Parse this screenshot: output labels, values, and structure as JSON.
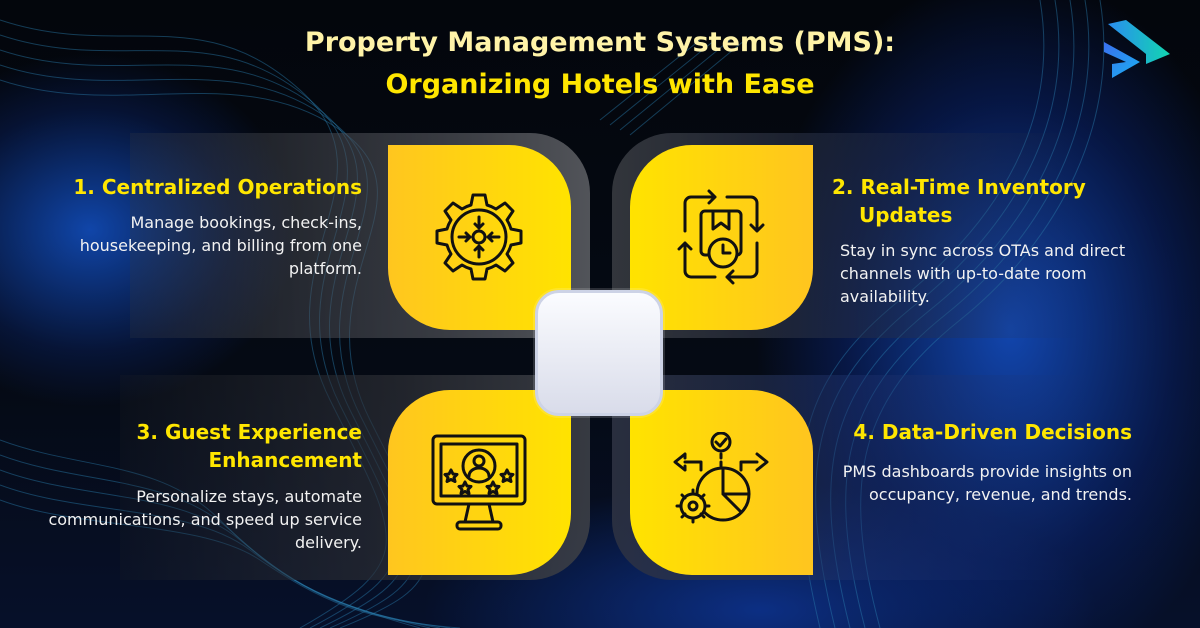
{
  "header": {
    "title_line1": "Property Management Systems (PMS):",
    "title_line2": "Organizing Hotels with Ease"
  },
  "logo": {
    "icon": "brand-chevron-logo-icon"
  },
  "center": {
    "icon": "blank-rounded-square"
  },
  "colors": {
    "accent_yellow": "#ffe600",
    "title_pale_yellow": "#fff3a8",
    "tile_yellow_start": "#ffc61f",
    "tile_yellow_end": "#ffe300",
    "background": "#03060c",
    "glow_blue": "#1450dc",
    "text_white": "#f2f2f2"
  },
  "items": [
    {
      "heading": "1. Centralized Operations",
      "description": "Manage bookings, check-ins, housekeeping, and billing from one platform.",
      "icon": "gear-converge-arrows-icon"
    },
    {
      "heading_line1": "2. Real-Time Inventory",
      "heading_line2": "Updates",
      "description": "Stay in sync across OTAs and direct channels with up-to-date room availability.",
      "icon": "box-clock-sync-icon"
    },
    {
      "heading_line1": "3. Guest Experience",
      "heading_line2": "Enhancement",
      "description": "Personalize stays, automate communications, and speed up service delivery.",
      "icon": "monitor-user-stars-icon"
    },
    {
      "heading": "4. Data-Driven Decisions",
      "description": "PMS dashboards provide insights on occupancy, revenue, and trends.",
      "icon": "pie-chart-gear-decision-icon"
    }
  ]
}
